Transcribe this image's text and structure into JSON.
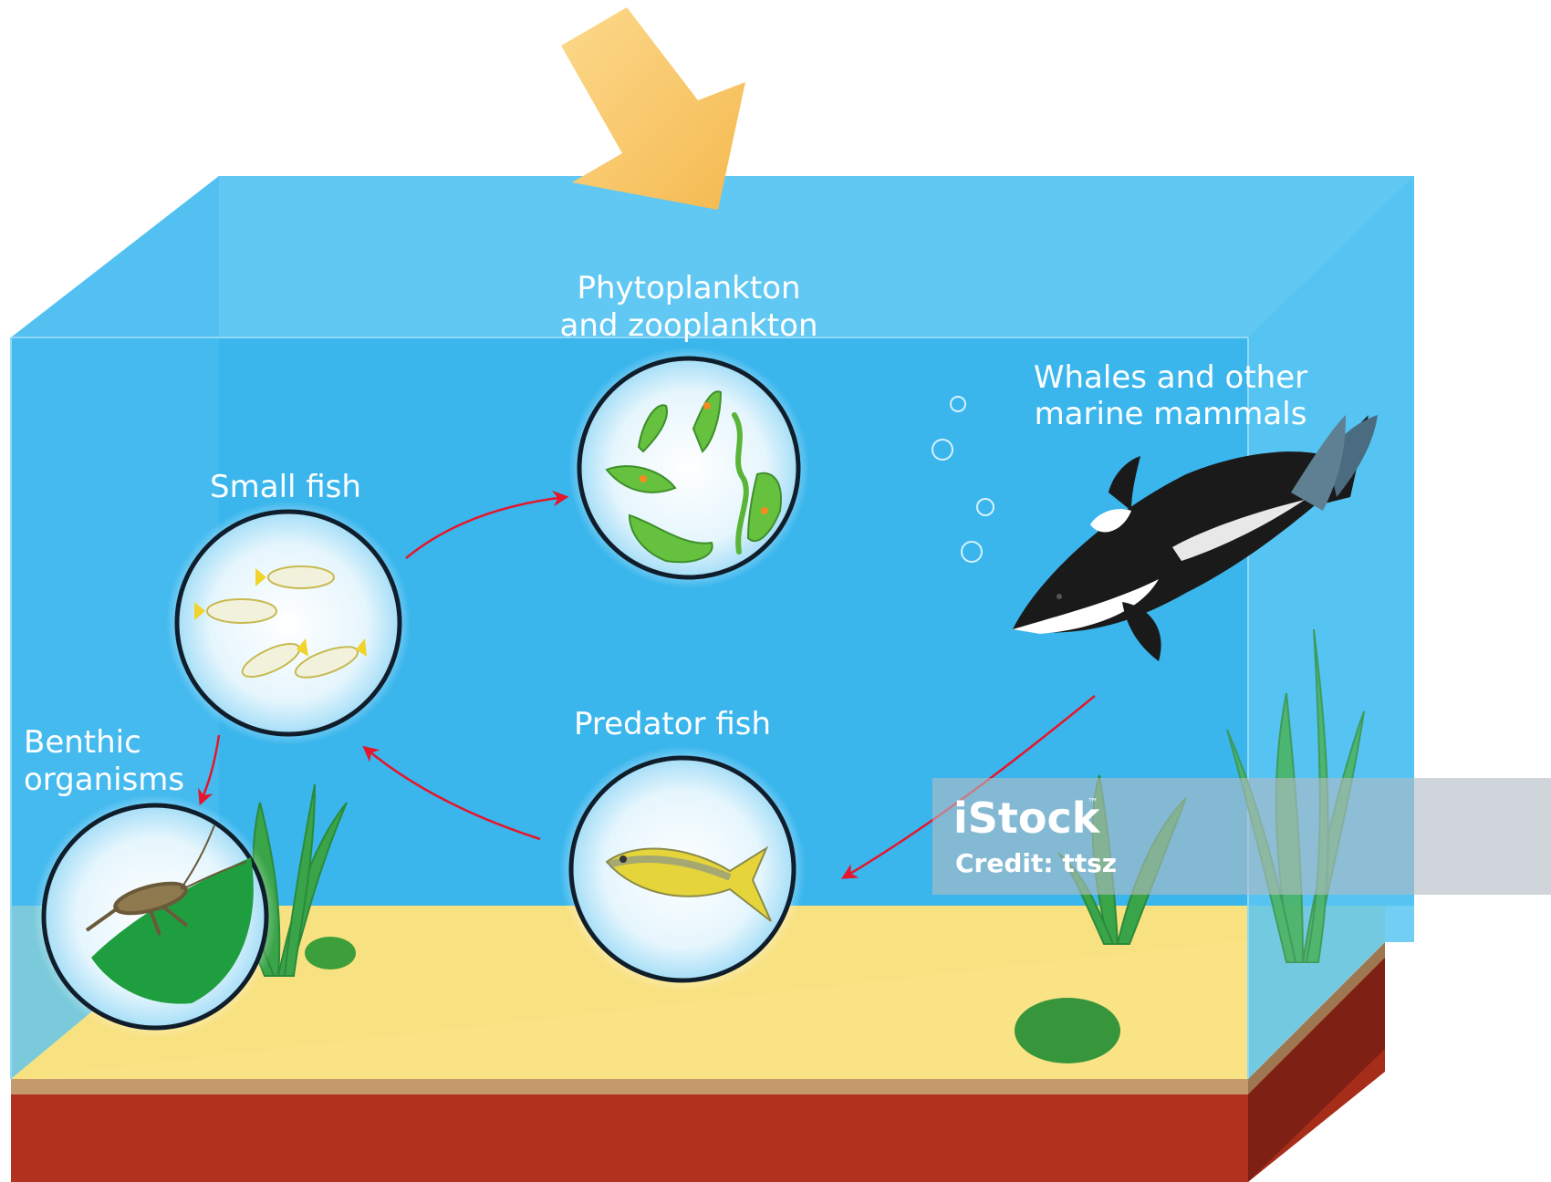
{
  "labels": {
    "plankton_line1": "Phytoplankton",
    "plankton_line2": "and zooplankton",
    "whales_line1": "Whales and other",
    "whales_line2": "marine mammals",
    "small_fish": "Small fish",
    "predator_fish": "Predator fish",
    "benthic_line1": "Benthic",
    "benthic_line2": "organisms"
  },
  "watermark": {
    "brand": "iStock",
    "trademark": "™",
    "credit": "Credit: ttsz"
  },
  "colors": {
    "water": "#3cb8ee",
    "sand": "#fbe27c",
    "soil": "#b02f1d",
    "sunlight": "#f7c86a",
    "arrow": "#e5162b",
    "plant": "#3aa449"
  }
}
